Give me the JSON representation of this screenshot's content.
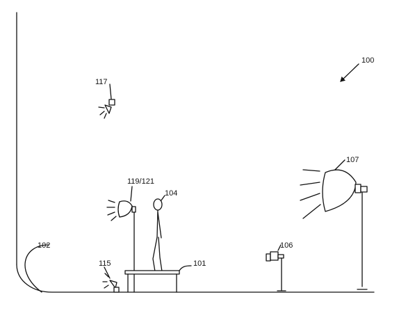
{
  "figure": {
    "labels": {
      "system": "100",
      "platform": "101",
      "backdrop": "102",
      "subject": "104",
      "camera": "106",
      "key_light": "107",
      "floor_light": "115",
      "overhead_light": "117",
      "side_light": "119/121"
    }
  }
}
